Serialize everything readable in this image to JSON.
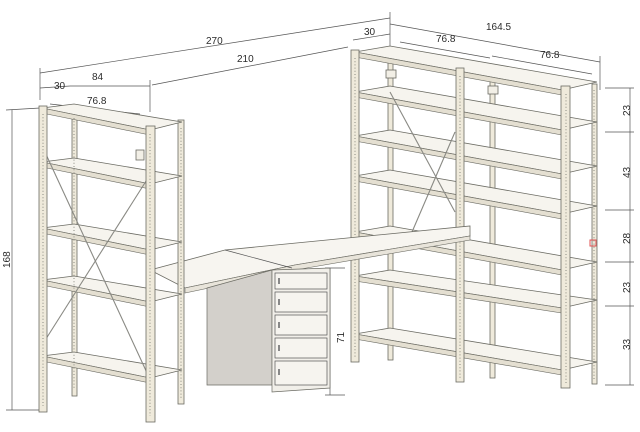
{
  "dimensions": {
    "total_width": "270",
    "return_depth": "30",
    "right_width": "164.5",
    "desk_span": "210",
    "left_depth": "30",
    "left_width": "84",
    "left_inner": "76.8",
    "right_inner_1": "76.8",
    "right_inner_2": "76.8",
    "height": "168",
    "desk_height": "71",
    "pitch_1": "23",
    "pitch_2": "43",
    "pitch_3": "28",
    "pitch_4": "23",
    "pitch_5": "33"
  },
  "colors": {
    "frame": "#efeadb",
    "shelf": "#f6f4ee",
    "cabinet": "#d3d0cb",
    "marker": "#e05050"
  }
}
